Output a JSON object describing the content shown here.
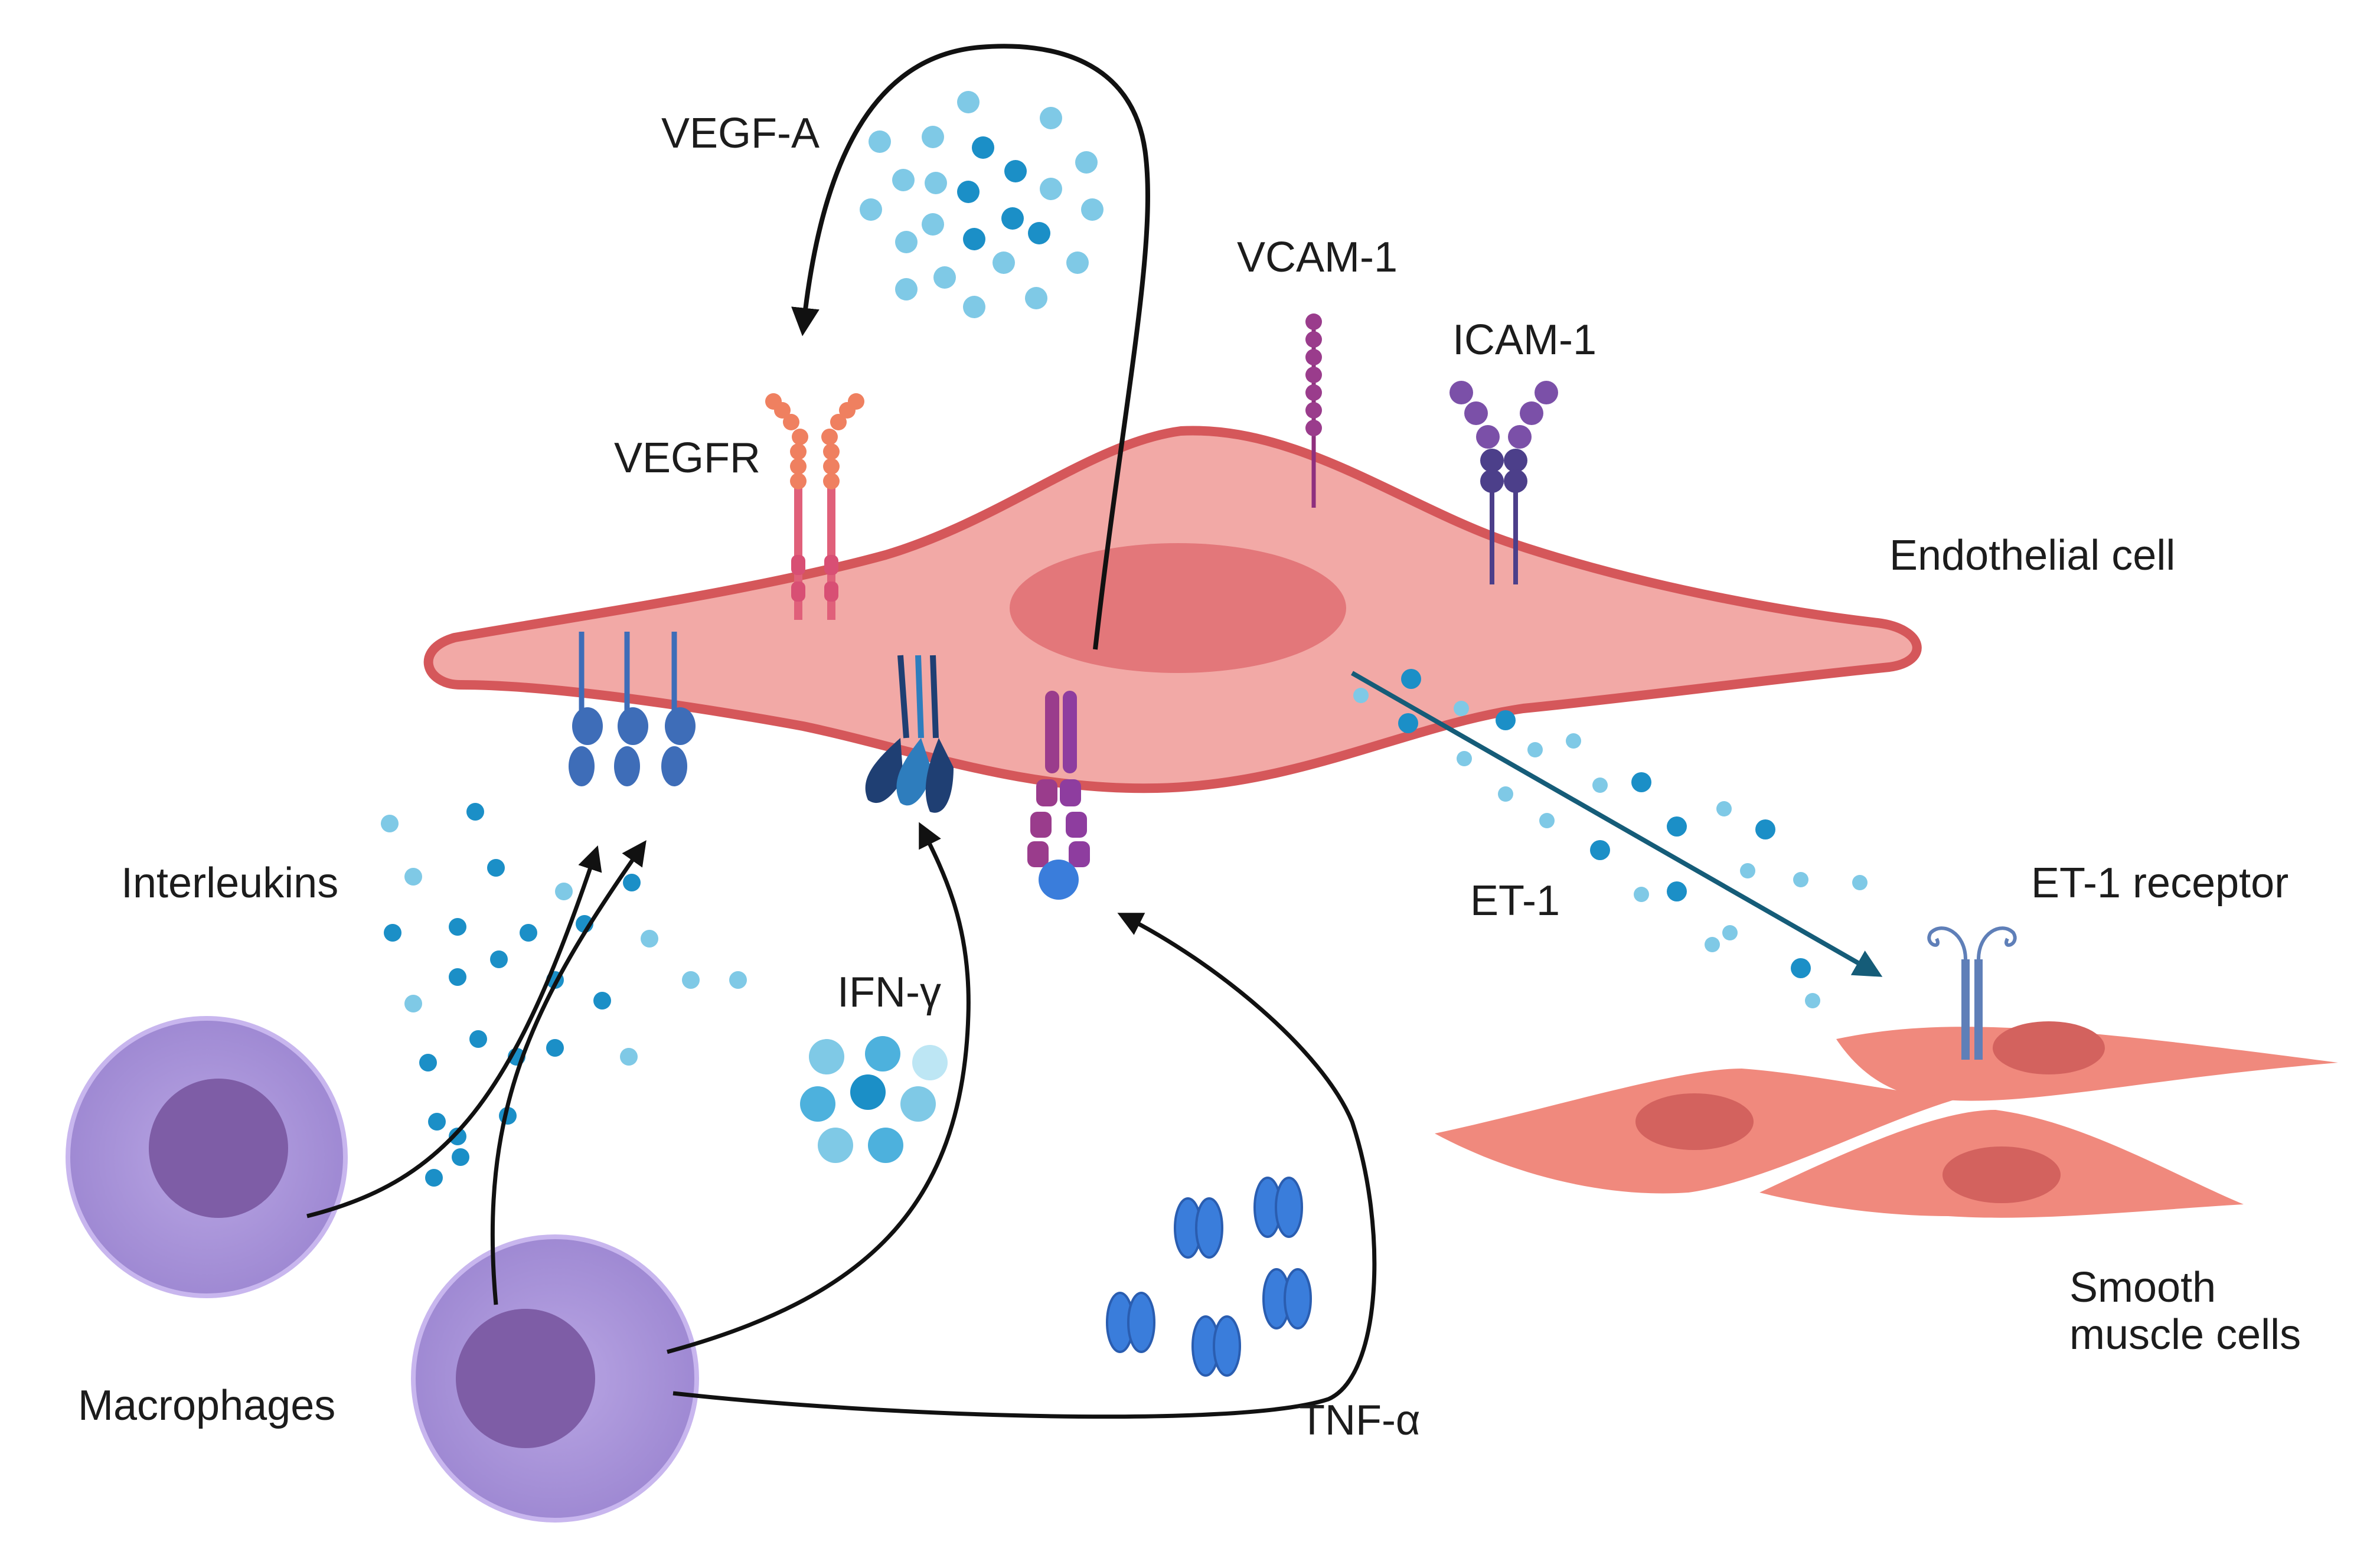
{
  "labels": {
    "vegf_a": "VEGF-A",
    "vcam_1": "VCAM-1",
    "icam_1": "ICAM-1",
    "vegfr": "VEGFR",
    "endothelial_cell": "Endothelial cell",
    "interleukins": "Interleukins",
    "ifn_gamma": "IFN-γ",
    "et_1": "ET-1",
    "et_1_receptor": "ET-1 receptor",
    "macrophages": "Macrophages",
    "smooth_muscle_line1": "Smooth",
    "smooth_muscle_line2": "muscle cells",
    "tnf_alpha": "TNF-α"
  },
  "colors": {
    "endothelial_fill": "#F2A9A6",
    "endothelial_outline": "#D5575A",
    "endothelial_nucleus": "#E3777A",
    "smooth_muscle_fill": "#F0897D",
    "smooth_muscle_nucleus": "#D3625E",
    "macrophage_fill": "#A590D6",
    "macrophage_outline": "#C8B6EE",
    "macrophage_nucleus": "#7E5DA6",
    "cytokine_light": "#7FC9E6",
    "cytokine_dark": "#1B8FC7",
    "vegfr": "#EF8060",
    "vcam": "#9A3C8C",
    "icam": "#6A4C9E",
    "receptor_blue": "#3E6DB8",
    "tnf_blue": "#3A7DDB",
    "et1_arrow": "#155C78",
    "arrow": "#111111"
  },
  "icons": [
    "vegfr-receptor-icon",
    "vcam-1-icon",
    "icam-1-icon",
    "interleukin-receptor-icon",
    "ifn-gamma-receptor-icon",
    "tnf-receptor-icon",
    "et-1-receptor-icon",
    "tnf-alpha-trimer-icon",
    "macrophage-cell-icon",
    "smooth-muscle-cell-icon"
  ]
}
